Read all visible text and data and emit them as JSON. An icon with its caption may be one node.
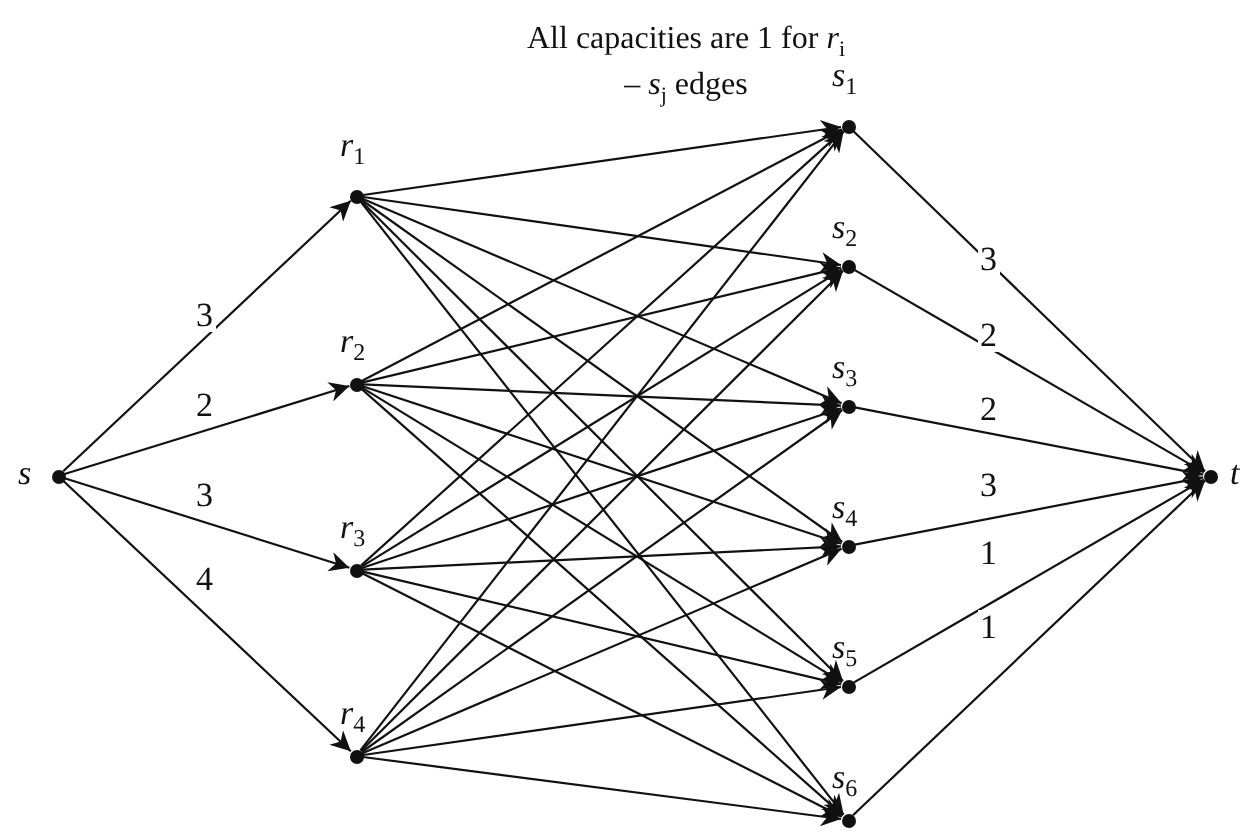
{
  "diagram": {
    "nodes": [
      {
        "text": [],
        "shape": "circle",
        "beside": [
          "s"
        ]
      },
      {
        "text": [],
        "shape": "circle",
        "beside": [
          "r$_{1}$"
        ]
      },
      {
        "text": [],
        "shape": "circle",
        "beside": [
          "r$_{2}$"
        ]
      },
      {
        "text": [],
        "shape": "circle",
        "beside": [
          "r$_{3}$"
        ]
      },
      {
        "text": [],
        "shape": "circle",
        "beside": [
          "r$_{4}$"
        ]
      },
      {
        "text": [],
        "shape": "circle",
        "beside": [
          "s$_{1}$"
        ]
      },
      {
        "text": [],
        "shape": "circle",
        "beside": [
          "s$_{2}$"
        ]
      },
      {
        "text": [],
        "shape": "circle",
        "beside": [
          "s$_{3}$"
        ]
      },
      {
        "text": [],
        "shape": "circle",
        "beside": [
          "s$_{4}$"
        ]
      },
      {
        "text": [],
        "shape": "circle",
        "beside": [
          "s$_{5}$"
        ]
      },
      {
        "text": [],
        "shape": "circle",
        "beside": [
          "s$_{6}$"
        ]
      },
      {
        "text": [],
        "shape": "circle",
        "beside": [
          "t"
        ]
      }
    ],
    "edges": [
      {
        "from": 0,
        "to": 1,
        "arrow": "to",
        "label": "3"
      },
      {
        "from": 0,
        "to": 2,
        "arrow": "to",
        "label": "2"
      },
      {
        "from": 0,
        "to": 3,
        "arrow": "to",
        "label": "3"
      },
      {
        "from": 0,
        "to": 4,
        "arrow": "to",
        "label": "4"
      },
      {
        "from": 1,
        "to": 5,
        "arrow": "to"
      },
      {
        "from": 1,
        "to": 6,
        "arrow": "to"
      },
      {
        "from": 1,
        "to": 7,
        "arrow": "to"
      },
      {
        "from": 1,
        "to": 8,
        "arrow": "to"
      },
      {
        "from": 1,
        "to": 9,
        "arrow": "to"
      },
      {
        "from": 1,
        "to": 10,
        "arrow": "to"
      },
      {
        "from": 2,
        "to": 5,
        "arrow": "to"
      },
      {
        "from": 2,
        "to": 6,
        "arrow": "to"
      },
      {
        "from": 2,
        "to": 7,
        "arrow": "to"
      },
      {
        "from": 2,
        "to": 8,
        "arrow": "to"
      },
      {
        "from": 2,
        "to": 9,
        "arrow": "to"
      },
      {
        "from": 2,
        "to": 10,
        "arrow": "to"
      },
      {
        "from": 3,
        "to": 5,
        "arrow": "to"
      },
      {
        "from": 3,
        "to": 6,
        "arrow": "to"
      },
      {
        "from": 3,
        "to": 7,
        "arrow": "to"
      },
      {
        "from": 3,
        "to": 8,
        "arrow": "to"
      },
      {
        "from": 3,
        "to": 9,
        "arrow": "to"
      },
      {
        "from": 3,
        "to": 10,
        "arrow": "to"
      },
      {
        "from": 4,
        "to": 5,
        "arrow": "to"
      },
      {
        "from": 4,
        "to": 6,
        "arrow": "to"
      },
      {
        "from": 4,
        "to": 7,
        "arrow": "to"
      },
      {
        "from": 4,
        "to": 8,
        "arrow": "to"
      },
      {
        "from": 4,
        "to": 9,
        "arrow": "to"
      },
      {
        "from": 4,
        "to": 10,
        "arrow": "to"
      },
      {
        "from": 5,
        "to": 11,
        "arrow": "to",
        "label": "3"
      },
      {
        "from": 6,
        "to": 11,
        "arrow": "to",
        "label": "2"
      },
      {
        "from": 7,
        "to": 11,
        "arrow": "to",
        "label": "2"
      },
      {
        "from": 8,
        "to": 11,
        "arrow": "to",
        "label": "3"
      },
      {
        "from": 9,
        "to": 11,
        "arrow": "to",
        "label": "1"
      },
      {
        "from": 10,
        "to": 11,
        "arrow": "to",
        "label": "1"
      }
    ],
    "labels": [
      "All capacities are 1 for *r*$_{i}$ – *s*$_{j}$ edges"
    ]
  }
}
